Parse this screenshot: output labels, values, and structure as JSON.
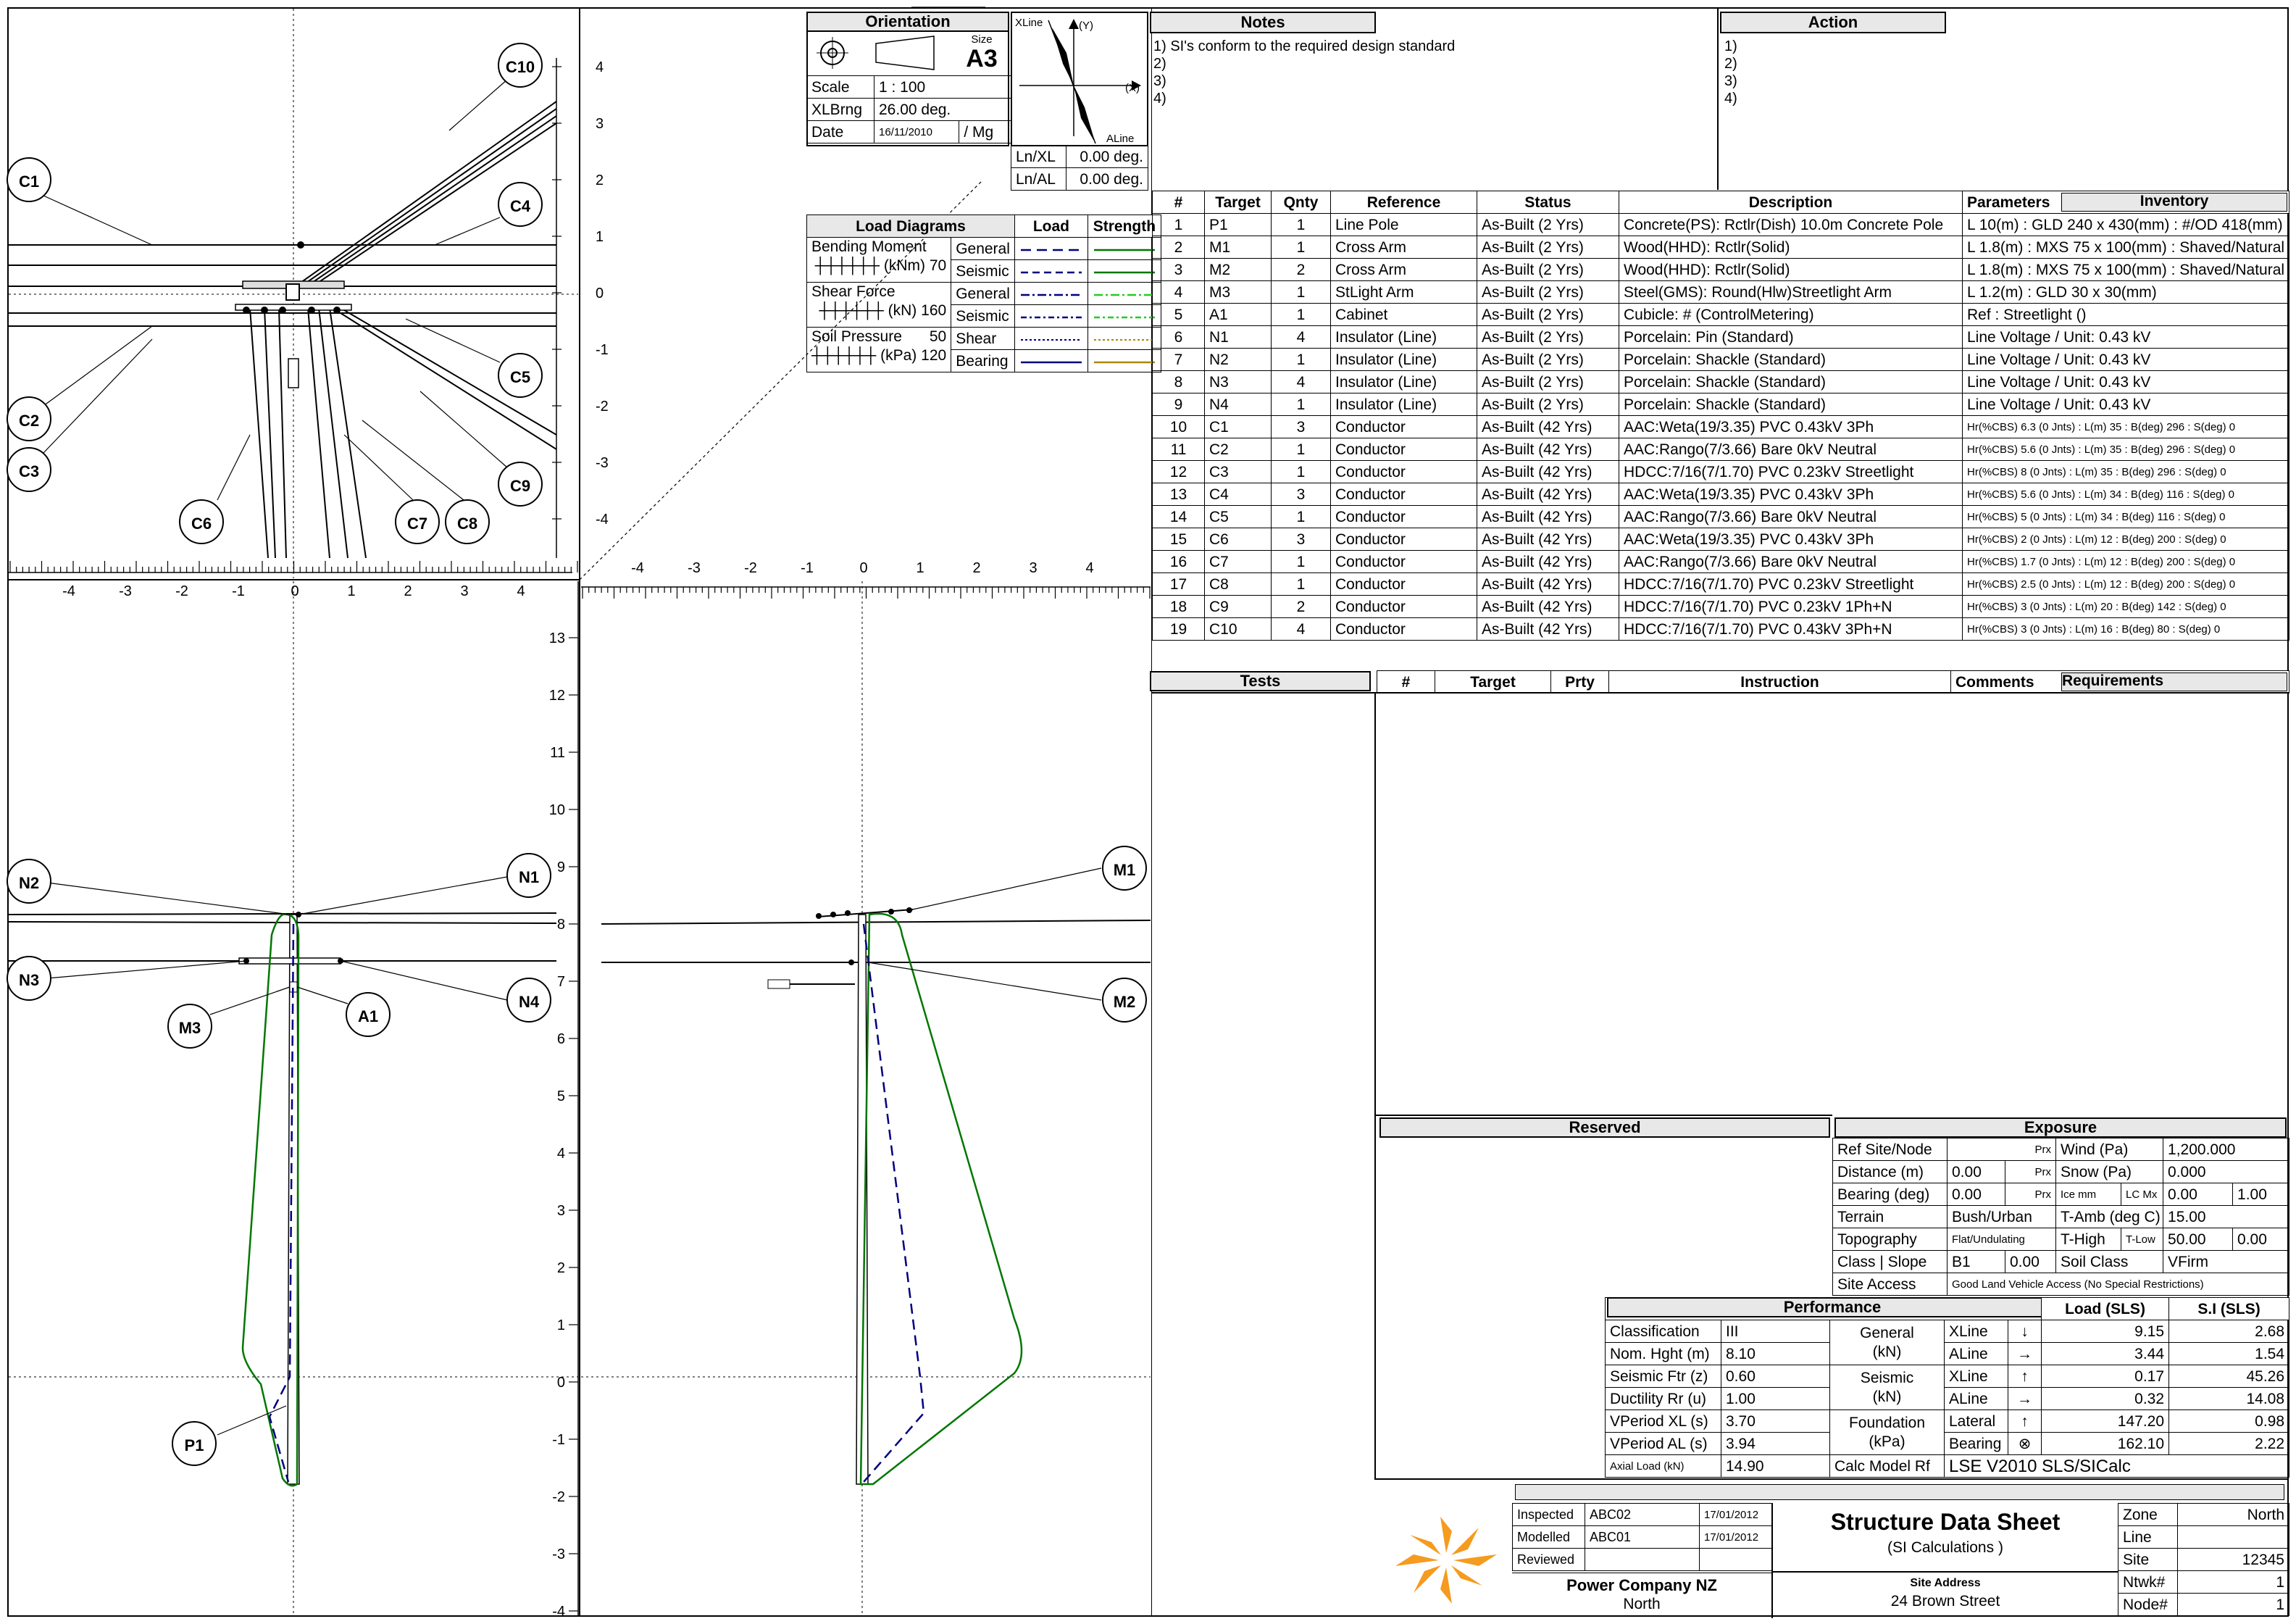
{
  "orientation": {
    "title": "Orientation",
    "size_label": "Size",
    "size_value": "A3",
    "rows": [
      {
        "label": "Scale",
        "value": "1 : 100"
      },
      {
        "label": "XLBrng",
        "value": "26.00 deg."
      },
      {
        "label": "Date",
        "value": "16/11/2010",
        "extra": "/ Mg"
      }
    ],
    "compass": {
      "xline": "XLine",
      "y": "(Y)",
      "x": "(X)",
      "aline": "ALine"
    },
    "ln_rows": [
      {
        "label": "Ln/XL",
        "value": "0.00 deg."
      },
      {
        "label": "Ln/AL",
        "value": "0.00 deg."
      }
    ]
  },
  "load_diagrams": {
    "title": "Load Diagrams",
    "col_load": "Load",
    "col_strength": "Strength",
    "groups": [
      {
        "name": "Bending Moment",
        "unit": "(kNm)",
        "scale": "70",
        "rows": [
          "General",
          "Seismic"
        ]
      },
      {
        "name": "Shear Force",
        "unit": "(kN)",
        "scale": "160",
        "rows": [
          "General",
          "Seismic"
        ]
      },
      {
        "name": "Soil Pressure",
        "unit": "(kPa)",
        "scale": "120",
        "scale_top": "50",
        "rows": [
          "Shear",
          "Bearing"
        ]
      }
    ]
  },
  "notes": {
    "title": "Notes",
    "lines": [
      "1) SI's conform to the required design standard",
      "2)",
      "3)",
      "4)"
    ]
  },
  "action": {
    "title": "Action",
    "lines": [
      "1)",
      "2)",
      "3)",
      "4)"
    ]
  },
  "inventory": {
    "title": "Inventory",
    "headers": [
      "#",
      "Target",
      "Qnty",
      "Reference",
      "Status",
      "Description",
      "Parameters"
    ],
    "rows": [
      [
        "1",
        "P1",
        "1",
        "Line Pole",
        "As-Built (2 Yrs)",
        "Concrete(PS): Rctlr(Dish) 10.0m Concrete Pole",
        "L 10(m) : GLD 240 x 430(mm) : #/OD 418(mm)"
      ],
      [
        "2",
        "M1",
        "1",
        "Cross Arm",
        "As-Built (2 Yrs)",
        "Wood(HHD): Rctlr(Solid)",
        "L 1.8(m) : MXS 75 x 100(mm) : Shaved/Natural"
      ],
      [
        "3",
        "M2",
        "2",
        "Cross Arm",
        "As-Built (2 Yrs)",
        "Wood(HHD): Rctlr(Solid)",
        "L 1.8(m) : MXS 75 x 100(mm) : Shaved/Natural"
      ],
      [
        "4",
        "M3",
        "1",
        "StLight Arm",
        "As-Built (2 Yrs)",
        "Steel(GMS): Round(Hlw)Streetlight Arm",
        "L 1.2(m) : GLD 30 x 30(mm)"
      ],
      [
        "5",
        "A1",
        "1",
        "Cabinet",
        "As-Built (2 Yrs)",
        "Cubicle: # (ControlMetering)",
        "Ref : Streetlight ()"
      ],
      [
        "6",
        "N1",
        "4",
        "Insulator (Line)",
        "As-Built (2 Yrs)",
        "Porcelain: Pin (Standard)",
        "Line Voltage / Unit: 0.43 kV"
      ],
      [
        "7",
        "N2",
        "1",
        "Insulator (Line)",
        "As-Built (2 Yrs)",
        "Porcelain: Shackle (Standard)",
        "Line Voltage / Unit: 0.43 kV"
      ],
      [
        "8",
        "N3",
        "4",
        "Insulator (Line)",
        "As-Built (2 Yrs)",
        "Porcelain: Shackle (Standard)",
        "Line Voltage / Unit: 0.43 kV"
      ],
      [
        "9",
        "N4",
        "1",
        "Insulator (Line)",
        "As-Built (2 Yrs)",
        "Porcelain: Shackle (Standard)",
        "Line Voltage / Unit: 0.43 kV"
      ],
      [
        "10",
        "C1",
        "3",
        "Conductor",
        "As-Built (42 Yrs)",
        "AAC:Weta(19/3.35) PVC 0.43kV 3Ph",
        "Hr(%CBS) 6.3 (0 Jnts) : L(m) 35 : B(deg) 296 : S(deg) 0"
      ],
      [
        "11",
        "C2",
        "1",
        "Conductor",
        "As-Built (42 Yrs)",
        "AAC:Rango(7/3.66) Bare 0kV Neutral",
        "Hr(%CBS) 5.6 (0 Jnts) : L(m) 35 : B(deg) 296 : S(deg) 0"
      ],
      [
        "12",
        "C3",
        "1",
        "Conductor",
        "As-Built (42 Yrs)",
        "HDCC:7/16(7/1.70) PVC 0.23kV Streetlight",
        "Hr(%CBS) 8 (0 Jnts) : L(m) 35 : B(deg) 296 : S(deg) 0"
      ],
      [
        "13",
        "C4",
        "3",
        "Conductor",
        "As-Built (42 Yrs)",
        "AAC:Weta(19/3.35) PVC 0.43kV 3Ph",
        "Hr(%CBS) 5.6 (0 Jnts) : L(m) 34 : B(deg) 116 : S(deg) 0"
      ],
      [
        "14",
        "C5",
        "1",
        "Conductor",
        "As-Built (42 Yrs)",
        "AAC:Rango(7/3.66) Bare 0kV Neutral",
        "Hr(%CBS) 5 (0 Jnts) : L(m) 34 : B(deg) 116 : S(deg) 0"
      ],
      [
        "15",
        "C6",
        "3",
        "Conductor",
        "As-Built (42 Yrs)",
        "AAC:Weta(19/3.35) PVC 0.43kV 3Ph",
        "Hr(%CBS) 2 (0 Jnts) : L(m) 12 : B(deg) 200 : S(deg) 0"
      ],
      [
        "16",
        "C7",
        "1",
        "Conductor",
        "As-Built (42 Yrs)",
        "AAC:Rango(7/3.66) Bare 0kV Neutral",
        "Hr(%CBS) 1.7 (0 Jnts) : L(m) 12 : B(deg) 200 : S(deg) 0"
      ],
      [
        "17",
        "C8",
        "1",
        "Conductor",
        "As-Built (42 Yrs)",
        "HDCC:7/16(7/1.70) PVC 0.23kV Streetlight",
        "Hr(%CBS) 2.5 (0 Jnts) : L(m) 12 : B(deg) 200 : S(deg) 0"
      ],
      [
        "18",
        "C9",
        "2",
        "Conductor",
        "As-Built (42 Yrs)",
        "HDCC:7/16(7/1.70) PVC 0.23kV 1Ph+N",
        "Hr(%CBS) 3 (0 Jnts) : L(m) 20 : B(deg) 142 : S(deg) 0"
      ],
      [
        "19",
        "C10",
        "4",
        "Conductor",
        "As-Built (42 Yrs)",
        "HDCC:7/16(7/1.70) PVC 0.43kV 3Ph+N",
        "Hr(%CBS) 3 (0 Jnts) : L(m) 16 : B(deg) 80 : S(deg) 0"
      ]
    ]
  },
  "tests": {
    "title": "Tests",
    "headers": [
      "#",
      "Target",
      "Prty",
      "Instruction",
      "Comments"
    ],
    "requirements": "Requirements"
  },
  "reserved": {
    "title": "Reserved"
  },
  "exposure": {
    "title": "Exposure",
    "rows": [
      [
        "Ref Site/Node",
        "",
        "Prx",
        "Wind (Pa)",
        "1,200.000"
      ],
      [
        "Distance (m)",
        "0.00",
        "Prx",
        "Snow (Pa)",
        "0.000"
      ],
      [
        "Bearing (deg)",
        "0.00",
        "Prx",
        "Ice mm",
        "LC Mx",
        "0.00",
        "1.00"
      ],
      [
        "Terrain",
        "Bush/Urban",
        "",
        "T-Amb (deg C)",
        "15.00"
      ],
      [
        "Topography",
        "Flat/Undulating",
        "",
        "T-High",
        "T-Low",
        "50.00",
        "0.00"
      ],
      [
        "Class",
        "Slope",
        "B1",
        "0.00",
        "Soil Class",
        "VFirm"
      ],
      [
        "Site Access",
        "Good Land Vehicle Access (No Special Restrictions)"
      ]
    ]
  },
  "performance": {
    "title": "Performance",
    "col_load": "Load (SLS)",
    "col_si": "S.I (SLS)",
    "left": [
      [
        "Classification",
        "III"
      ],
      [
        "Nom. Hght (m)",
        "8.10"
      ],
      [
        "Seismic Ftr (z)",
        "0.60"
      ],
      [
        "Ductility Rr (u)",
        "1.00"
      ],
      [
        "VPeriod XL (s)",
        "3.70"
      ],
      [
        "VPeriod AL (s)",
        "3.94"
      ],
      [
        "Axial Load (kN)",
        "14.90"
      ]
    ],
    "groups": [
      {
        "name": "General",
        "unit": "(kN)"
      },
      {
        "name": "Seismic",
        "unit": "(kN)"
      },
      {
        "name": "Foundation",
        "unit": "(kPa)"
      }
    ],
    "rows": [
      [
        "XLine",
        "↓",
        "9.15",
        "2.68"
      ],
      [
        "ALine",
        "→",
        "3.44",
        "1.54"
      ],
      [
        "XLine",
        "↑",
        "0.17",
        "45.26"
      ],
      [
        "ALine",
        "→",
        "0.32",
        "14.08"
      ],
      [
        "Lateral",
        "↑",
        "147.20",
        "0.98"
      ],
      [
        "Bearing",
        "⊗",
        "162.10",
        "2.22"
      ]
    ],
    "calc_label": "Calc Model Rf",
    "calc_value": "LSE V2010 SLS/SICalc"
  },
  "title_block": {
    "rows": [
      [
        "Inspected",
        "ABC02",
        "17/01/2012"
      ],
      [
        "Modelled",
        "ABC01",
        "17/01/2012"
      ],
      [
        "Reviewed",
        "",
        ""
      ]
    ],
    "title": "Structure Data Sheet",
    "subtitle": "(SI Calculations )",
    "company": "Power Company NZ",
    "region": "North",
    "site_address_label": "Site Address",
    "site_address": "24 Brown Street",
    "fields": [
      [
        "Zone",
        "North"
      ],
      [
        "Line",
        ""
      ],
      [
        "Site",
        "12345"
      ],
      [
        "Ntwk#",
        "1"
      ],
      [
        "Node#",
        "1"
      ]
    ]
  },
  "plan_view": {
    "labels": [
      "C10",
      "C1",
      "C4",
      "C5",
      "C2",
      "C3",
      "C9",
      "C6",
      "C7",
      "C8"
    ],
    "y_ticks": [
      "4",
      "3",
      "2",
      "1",
      "0",
      "-1",
      "-2",
      "-3",
      "-4"
    ],
    "x_ticks": [
      "-4",
      "-3",
      "-2",
      "-1",
      "0",
      "1",
      "2",
      "3",
      "4"
    ]
  },
  "front_view": {
    "labels": [
      "N2",
      "N1",
      "N3",
      "N4",
      "M3",
      "A1",
      "P1"
    ],
    "y_ticks": [
      "13",
      "12",
      "11",
      "10",
      "9",
      "8",
      "7",
      "6",
      "5",
      "4",
      "3",
      "2",
      "1",
      "0",
      "-1",
      "-2",
      "-3",
      "-4"
    ]
  },
  "side_view": {
    "labels": [
      "M1",
      "M2"
    ],
    "x_ticks": [
      "-4",
      "-3",
      "-2",
      "-1",
      "0",
      "1",
      "2",
      "3",
      "4"
    ]
  },
  "colors": {
    "bending": "#000080",
    "strength": "#007700",
    "seismic_shear": "#22cc22",
    "soil_shear": "#aa8800",
    "soil_bearing": "#000080"
  }
}
